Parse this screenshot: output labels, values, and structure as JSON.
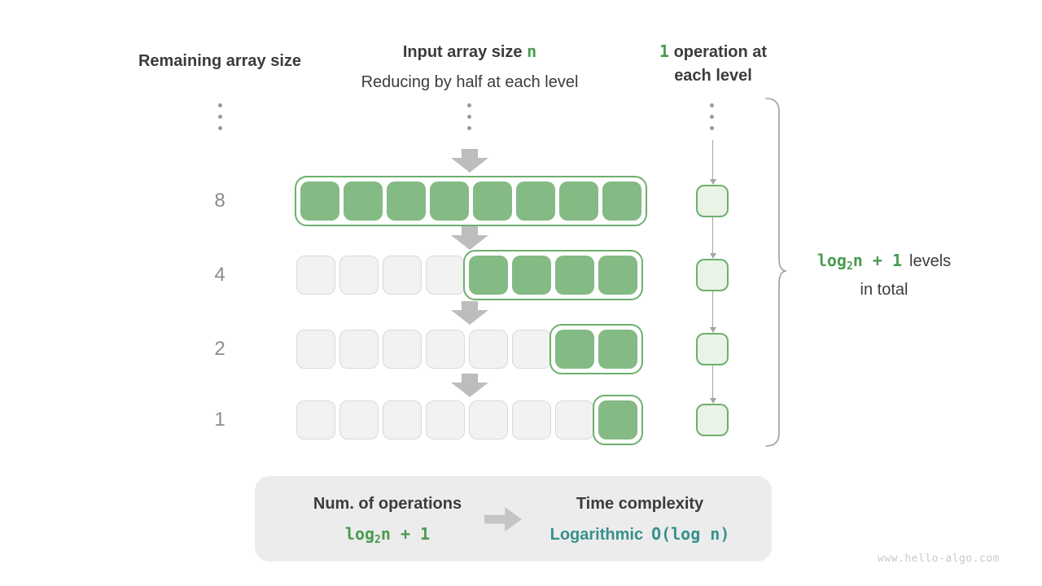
{
  "headers": {
    "left": "Remaining array size",
    "mid_title_prefix": "Input array size ",
    "mid_title_code": "n",
    "mid_subtitle": "Reducing by half at each level",
    "right_code": "1",
    "right_line1_rest": " operation at",
    "right_line2": "each level"
  },
  "diagram": {
    "rows": [
      {
        "label": "8",
        "gray_cells": 0,
        "green_cells": 8
      },
      {
        "label": "4",
        "gray_cells": 4,
        "green_cells": 4
      },
      {
        "label": "2",
        "gray_cells": 6,
        "green_cells": 2
      },
      {
        "label": "1",
        "gray_cells": 7,
        "green_cells": 1
      }
    ],
    "operations_per_level": 1
  },
  "levels_note": {
    "code_base": "log",
    "code_sub": "2",
    "code_rest": "n + 1",
    "line1_text": "levels",
    "line2_text": "in total"
  },
  "summary": {
    "ops_title": "Num. of operations",
    "ops_code_base": "log",
    "ops_code_sub": "2",
    "ops_code_rest": "n + 1",
    "tc_title": "Time complexity",
    "tc_name": "Logarithmic",
    "tc_code": "O(log n)"
  },
  "watermark": "www.hello-algo.com",
  "colors": {
    "green_text": "#4b9b51",
    "cell_green": "#84ba84",
    "cell_outline_green": "#6db06d",
    "op_box_fill": "#e9f3e6",
    "gray_cell_fill": "#f2f2f2",
    "gray_cell_border": "#d9d9d9",
    "arrow_gray": "#bdbdbd",
    "teal_text": "#37918b",
    "summary_bg": "#ececec"
  }
}
